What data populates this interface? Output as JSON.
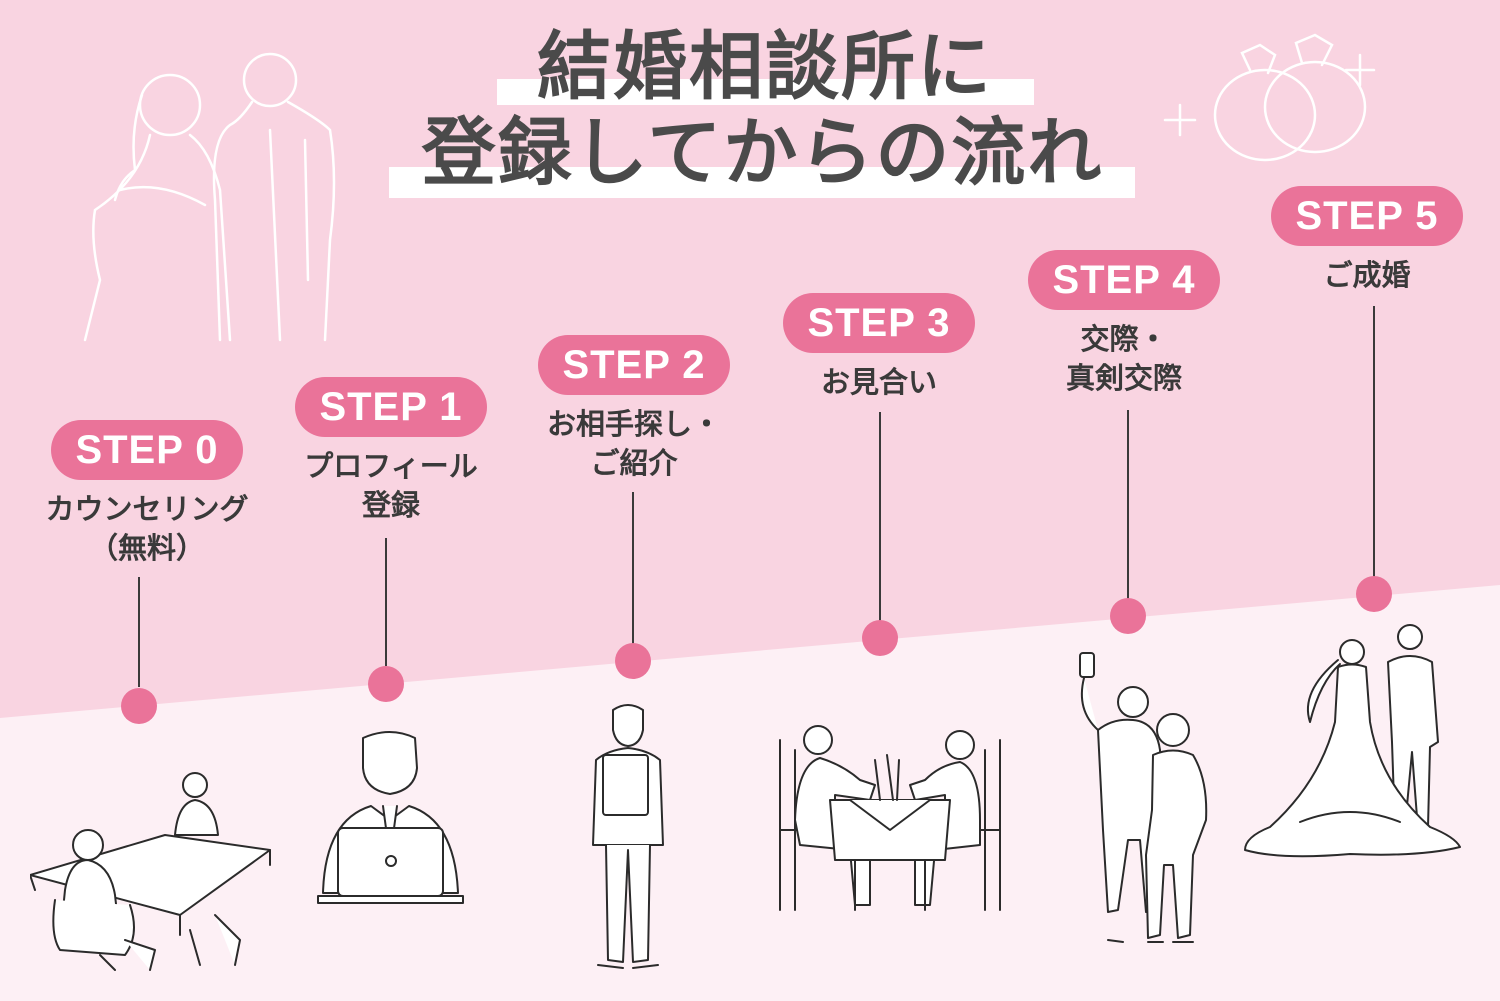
{
  "title": {
    "line1": "結婚相談所に",
    "line2": "登録してからの流れ"
  },
  "colors": {
    "background_top": "#f9d4e1",
    "background_bottom": "#fdf0f5",
    "accent": "#ea7399",
    "text": "#3a3a3a"
  },
  "steps": [
    {
      "badge": "STEP 0",
      "label": "カウンセリング\n（無料）",
      "illustration": "counseling-scene"
    },
    {
      "badge": "STEP 1",
      "label": "プロフィール\n登録",
      "illustration": "laptop-man"
    },
    {
      "badge": "STEP 2",
      "label": "お相手探し・\nご紹介",
      "illustration": "man-with-tablet"
    },
    {
      "badge": "STEP 3",
      "label": "お見合い",
      "illustration": "dinner-date"
    },
    {
      "badge": "STEP 4",
      "label": "交際・\n真剣交際",
      "illustration": "couple-selfie"
    },
    {
      "badge": "STEP 5",
      "label": "ご成婚",
      "illustration": "wedding-couple"
    }
  ],
  "decorations": [
    "bride-groom-sketch",
    "wedding-rings-icon"
  ]
}
